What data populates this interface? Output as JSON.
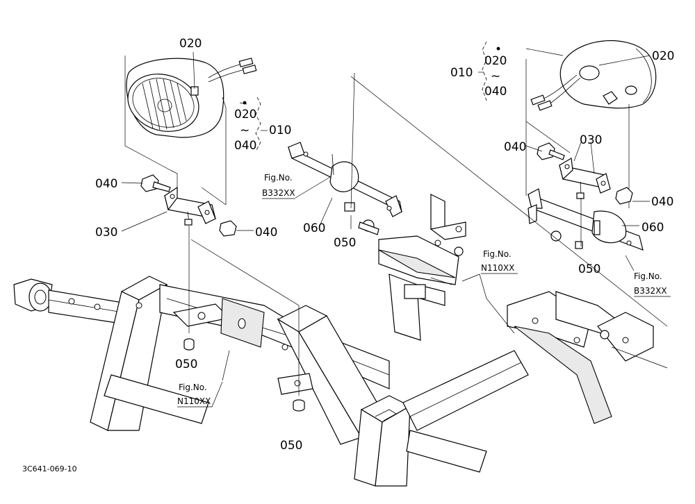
{
  "diagram_id": "3C641-069-10",
  "left_lamp": {
    "part_020": "020",
    "range_start": "020",
    "range_tilde": "~",
    "range_end": "040",
    "group": "010",
    "part_040_a": "040",
    "part_040_b": "040",
    "part_030": "030",
    "part_050": "050"
  },
  "center": {
    "part_060": "060",
    "part_050": "050",
    "part_050_lower": "050"
  },
  "right_lamp": {
    "group": "010",
    "range_start": "020",
    "range_tilde": "~",
    "range_end": "040",
    "part_020": "020",
    "part_040_a": "040",
    "part_030": "030",
    "part_040_b": "040",
    "part_060": "060",
    "part_050": "050"
  },
  "figrefs": {
    "b332_left": {
      "line1": "Fig.No.",
      "line2": "B332XX"
    },
    "n110_left": {
      "line1": "Fig.No.",
      "line2": "N110XX"
    },
    "n110_center": {
      "line1": "Fig.No.",
      "line2": "N110XX"
    },
    "b332_right": {
      "line1": "Fig.No.",
      "line2": "B332XX"
    }
  }
}
